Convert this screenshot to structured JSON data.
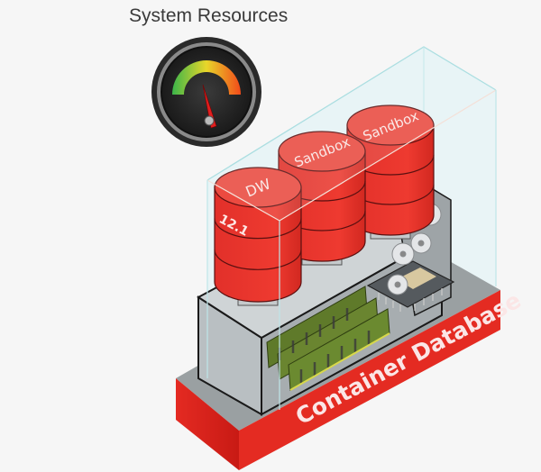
{
  "title": "System Resources",
  "gauge": {
    "icon": "gauge-icon",
    "level_fraction": 0.55,
    "colors": [
      "#3bb54a",
      "#e8d62a",
      "#f24a1a"
    ]
  },
  "databases": [
    {
      "label": "DW",
      "version": "12.1",
      "color": "#e8322c"
    },
    {
      "label": "Sandbox",
      "color": "#e8322c"
    },
    {
      "label": "Sandbox",
      "color": "#e8322c"
    }
  ],
  "container": {
    "label": "Container Database",
    "color": "#e02a22"
  },
  "components": {
    "memory": "memory-modules-icon",
    "cpu": "cpu-chip-icon",
    "gears": "gears-icon"
  }
}
